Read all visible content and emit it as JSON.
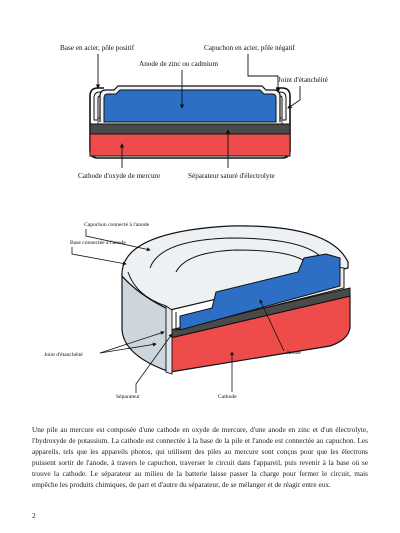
{
  "diagram_top": {
    "labels": {
      "steel_base": "Base en acier, pôle positif",
      "steel_cap": "Capuchon en acier, pôle négatif",
      "anode": "Anode de zinc ou cadmium",
      "gasket": "Joint d'étanchéité",
      "cathode": "Cathode d'oxyde de mercure",
      "separator": "Séparateur saturé d'électrolyte"
    }
  },
  "diagram_bottom": {
    "labels": {
      "cap_anode": "Capuchon connecté à l'anode",
      "base_cathode": "Base connectée à l'anode",
      "gasket": "Joint d'étanchéité",
      "anode": "Anode",
      "separator": "Séparateur",
      "cathode": "Cathode"
    }
  },
  "colors": {
    "anode": "#2e6fc6",
    "cathode": "#ee4b4b",
    "separator": "#4a4a4a",
    "casing": "#e6eaee"
  },
  "text": {
    "paragraph": "Une pile au mercure est composée d'une cathode en oxyde de mercure, d'une anode en zinc et d'un électrolyte, l'hydroxyde de potassium. La cathode est connectée à la base de la pile et l'anode est connectée au capuchon. Les appareils, tels que les appareils photos, qui utilisent des piles au mercure sont conçus pour que les électrons puissent sortir de l'anode, à travers le capuchon, traverser le circuit dans l'appareil, puis revenir à la base où se trouve la cathode. Le séparateur au milieu de la batterie laisse passer la charge pour fermer le circuit, mais empêche les produits chimiques, de part et d'autre du séparateur, de se mélanger et de réagir entre eux.",
    "page_number": "2"
  }
}
